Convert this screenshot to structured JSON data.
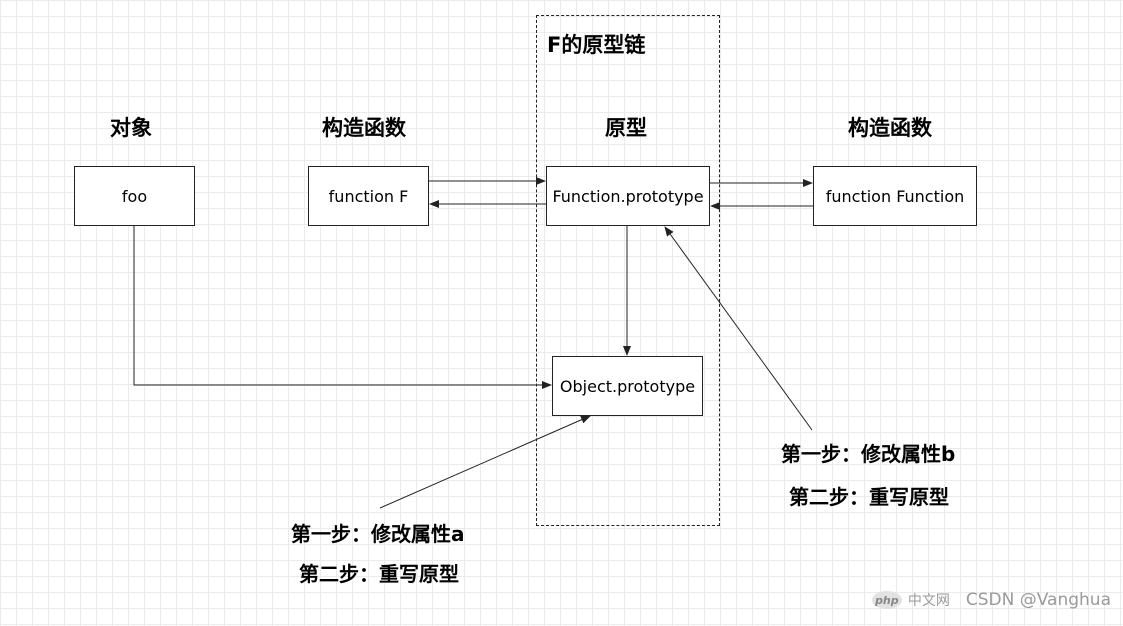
{
  "region": {
    "title": "F的原型链"
  },
  "headings": {
    "object": "对象",
    "constructor_left": "构造函数",
    "prototype": "原型",
    "constructor_right": "构造函数"
  },
  "nodes": {
    "foo": "foo",
    "function_f": "function F",
    "function_prototype": "Function.prototype",
    "function_function": "function Function",
    "object_prototype": "Object.prototype"
  },
  "notes": {
    "left": {
      "line1": "第一步：修改属性a",
      "line2": "第二步：重写原型"
    },
    "right": {
      "line1": "第一步：修改属性b",
      "line2": "第二步：重写原型"
    }
  },
  "watermark": {
    "logo": "php",
    "site": "中文网",
    "credit": "CSDN @Vanghua"
  },
  "colors": {
    "line": "#222222",
    "grid": "#ebebeb",
    "watermark": "#9a9a9a"
  }
}
